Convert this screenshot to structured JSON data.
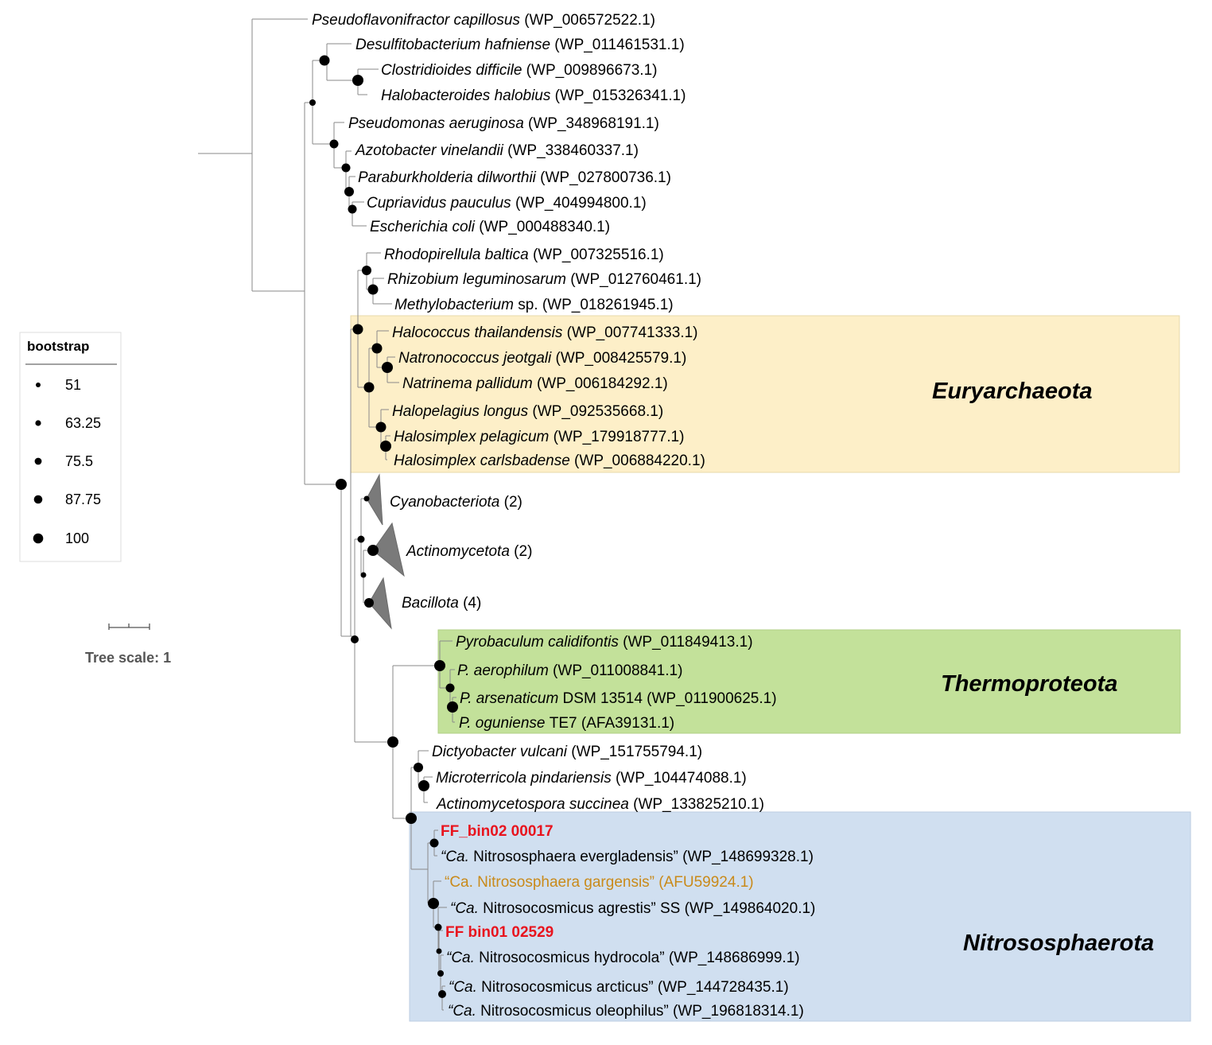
{
  "colors": {
    "euryarchaeota_box": "#fdefc8",
    "thermoproteota_box": "#c3e19a",
    "nitrososphaerota_box": "#d0dff0",
    "highlight_red": "#e8141e",
    "highlight_orange": "#c98a1a",
    "branch": "#8a8a8a",
    "collapsed": "#7a7a7a"
  },
  "legend": {
    "title": "bootstrap",
    "values": [
      "51",
      "63.25",
      "75.5",
      "87.75",
      "100"
    ]
  },
  "scale": {
    "label": "Tree scale: 1"
  },
  "clades": {
    "euryarchaeota": "Euryarchaeota",
    "thermoproteota": "Thermoproteota",
    "nitrososphaerota": "Nitrososphaerota"
  },
  "leaves": [
    {
      "id": "l1",
      "italic": "Pseudoflavonifractor capillosus",
      "rest": " (WP_006572522.1)"
    },
    {
      "id": "l2",
      "italic": "Desulfitobacterium hafniense",
      "rest": " (WP_011461531.1)"
    },
    {
      "id": "l3",
      "italic": "Clostridioides difficile",
      "rest": " (WP_009896673.1)"
    },
    {
      "id": "l4",
      "italic": "Halobacteroides halobius",
      "rest": " (WP_015326341.1)"
    },
    {
      "id": "l5",
      "italic": "Pseudomonas aeruginosa",
      "rest": " (WP_348968191.1)"
    },
    {
      "id": "l6",
      "italic": "Azotobacter vinelandii",
      "rest": " (WP_338460337.1)"
    },
    {
      "id": "l7",
      "italic": "Paraburkholderia dilworthii",
      "rest": " (WP_027800736.1)"
    },
    {
      "id": "l8",
      "italic": "Cupriavidus pauculus",
      "rest": " (WP_404994800.1)"
    },
    {
      "id": "l9",
      "italic": "Escherichia coli",
      "rest": " (WP_000488340.1)"
    },
    {
      "id": "l10",
      "italic": "Rhodopirellula baltica",
      "rest": " (WP_007325516.1)"
    },
    {
      "id": "l11",
      "italic": "Rhizobium leguminosarum",
      "rest": " (WP_012760461.1)"
    },
    {
      "id": "l12",
      "italic": "Methylobacterium",
      "rest": " sp. (WP_018261945.1)"
    },
    {
      "id": "l13",
      "italic": "Halococcus thailandensis",
      "rest": " (WP_007741333.1)"
    },
    {
      "id": "l14",
      "italic": "Natronococcus jeotgali",
      "rest": " (WP_008425579.1)"
    },
    {
      "id": "l15",
      "italic": "Natrinema pallidum",
      "rest": " (WP_006184292.1)"
    },
    {
      "id": "l16",
      "italic": "Halopelagius longus",
      "rest": " (WP_092535668.1)"
    },
    {
      "id": "l17",
      "italic": "Halosimplex pelagicum",
      "rest": " (WP_179918777.1)"
    },
    {
      "id": "l18",
      "italic": "Halosimplex carlsbadense",
      "rest": " (WP_006884220.1)"
    },
    {
      "id": "l19",
      "italic": "Cyanobacteriota",
      "rest": " (2)"
    },
    {
      "id": "l20",
      "italic": "Actinomycetota",
      "rest": " (2)"
    },
    {
      "id": "l21",
      "italic": "Bacillota",
      "rest": " (4)"
    },
    {
      "id": "l22",
      "italic": "Pyrobaculum calidifontis",
      "rest": " (WP_011849413.1)"
    },
    {
      "id": "l23",
      "italic": "P. aerophilum",
      "rest": " (WP_011008841.1)"
    },
    {
      "id": "l24",
      "italic": "P. arsenaticum",
      "rest": " DSM 13514 (WP_011900625.1)"
    },
    {
      "id": "l25",
      "italic": "P. oguniense",
      "rest": " TE7 (AFA39131.1)"
    },
    {
      "id": "l26",
      "italic": "Dictyobacter vulcani",
      "rest": " (WP_151755794.1)"
    },
    {
      "id": "l27",
      "italic": "Microterricola pindariensis",
      "rest": " (WP_104474088.1)"
    },
    {
      "id": "l28",
      "italic": "Actinomycetospora succinea",
      "rest": " (WP_133825210.1)"
    },
    {
      "id": "l29",
      "plain": "FF_bin02 00017"
    },
    {
      "id": "l30",
      "italic": "“Ca.",
      "rest": " Nitrososphaera evergladensis” (WP_148699328.1)"
    },
    {
      "id": "l31",
      "plain": "“Ca. Nitrososphaera gargensis” (AFU59924.1)"
    },
    {
      "id": "l32",
      "italic": "“Ca.",
      "rest": " Nitrosocosmicus agrestis” SS (WP_149864020.1)"
    },
    {
      "id": "l33",
      "plain": "FF bin01 02529"
    },
    {
      "id": "l34",
      "italic": "“Ca.",
      "rest": " Nitrosocosmicus hydrocola” (WP_148686999.1)"
    },
    {
      "id": "l35",
      "italic": "“Ca.",
      "rest": " Nitrosocosmicus arcticus” (WP_144728435.1)"
    },
    {
      "id": "l36",
      "italic": "“Ca.",
      "rest": " Nitrosocosmicus oleophilus” (WP_196818314.1)"
    }
  ]
}
